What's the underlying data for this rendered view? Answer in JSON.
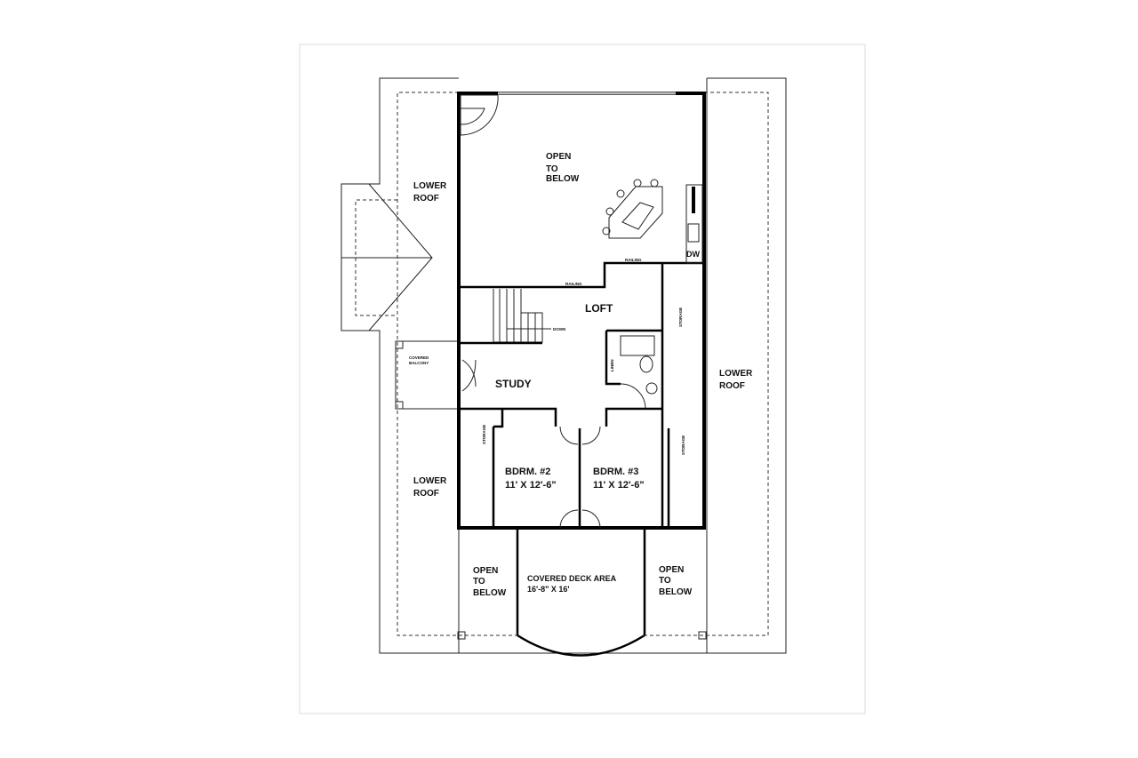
{
  "plan": {
    "rooms": {
      "open_to_below_top": [
        "OPEN",
        "TO",
        "BELOW"
      ],
      "lower_roof_left_top": [
        "LOWER",
        "ROOF"
      ],
      "lower_roof_left_bottom": [
        "LOWER",
        "ROOF"
      ],
      "lower_roof_right": [
        "LOWER",
        "ROOF"
      ],
      "loft": "LOFT",
      "study": "STUDY",
      "covered_balcony": [
        "COVERED",
        "BALCONY"
      ],
      "bedroom_2": {
        "name": "BDRM. #2",
        "size": "11' X 12'-6\""
      },
      "bedroom_3": {
        "name": "BDRM. #3",
        "size": "11' X 12'-6\""
      },
      "covered_deck": {
        "name": "COVERED DECK AREA",
        "size": "16'-8\" X 16'"
      },
      "open_to_below_left": [
        "OPEN",
        "TO",
        "BELOW"
      ],
      "open_to_below_right": [
        "OPEN",
        "TO",
        "BELOW"
      ]
    },
    "annotations": {
      "railing_1": "RAILING",
      "railing_2": "RAILING",
      "down": "DOWN",
      "dw": "DW",
      "linen": "LINEN",
      "storage_right": "STORAGE",
      "storage_bdrm2": "STORAGE",
      "storage_bdrm3": "STORAGE"
    }
  }
}
